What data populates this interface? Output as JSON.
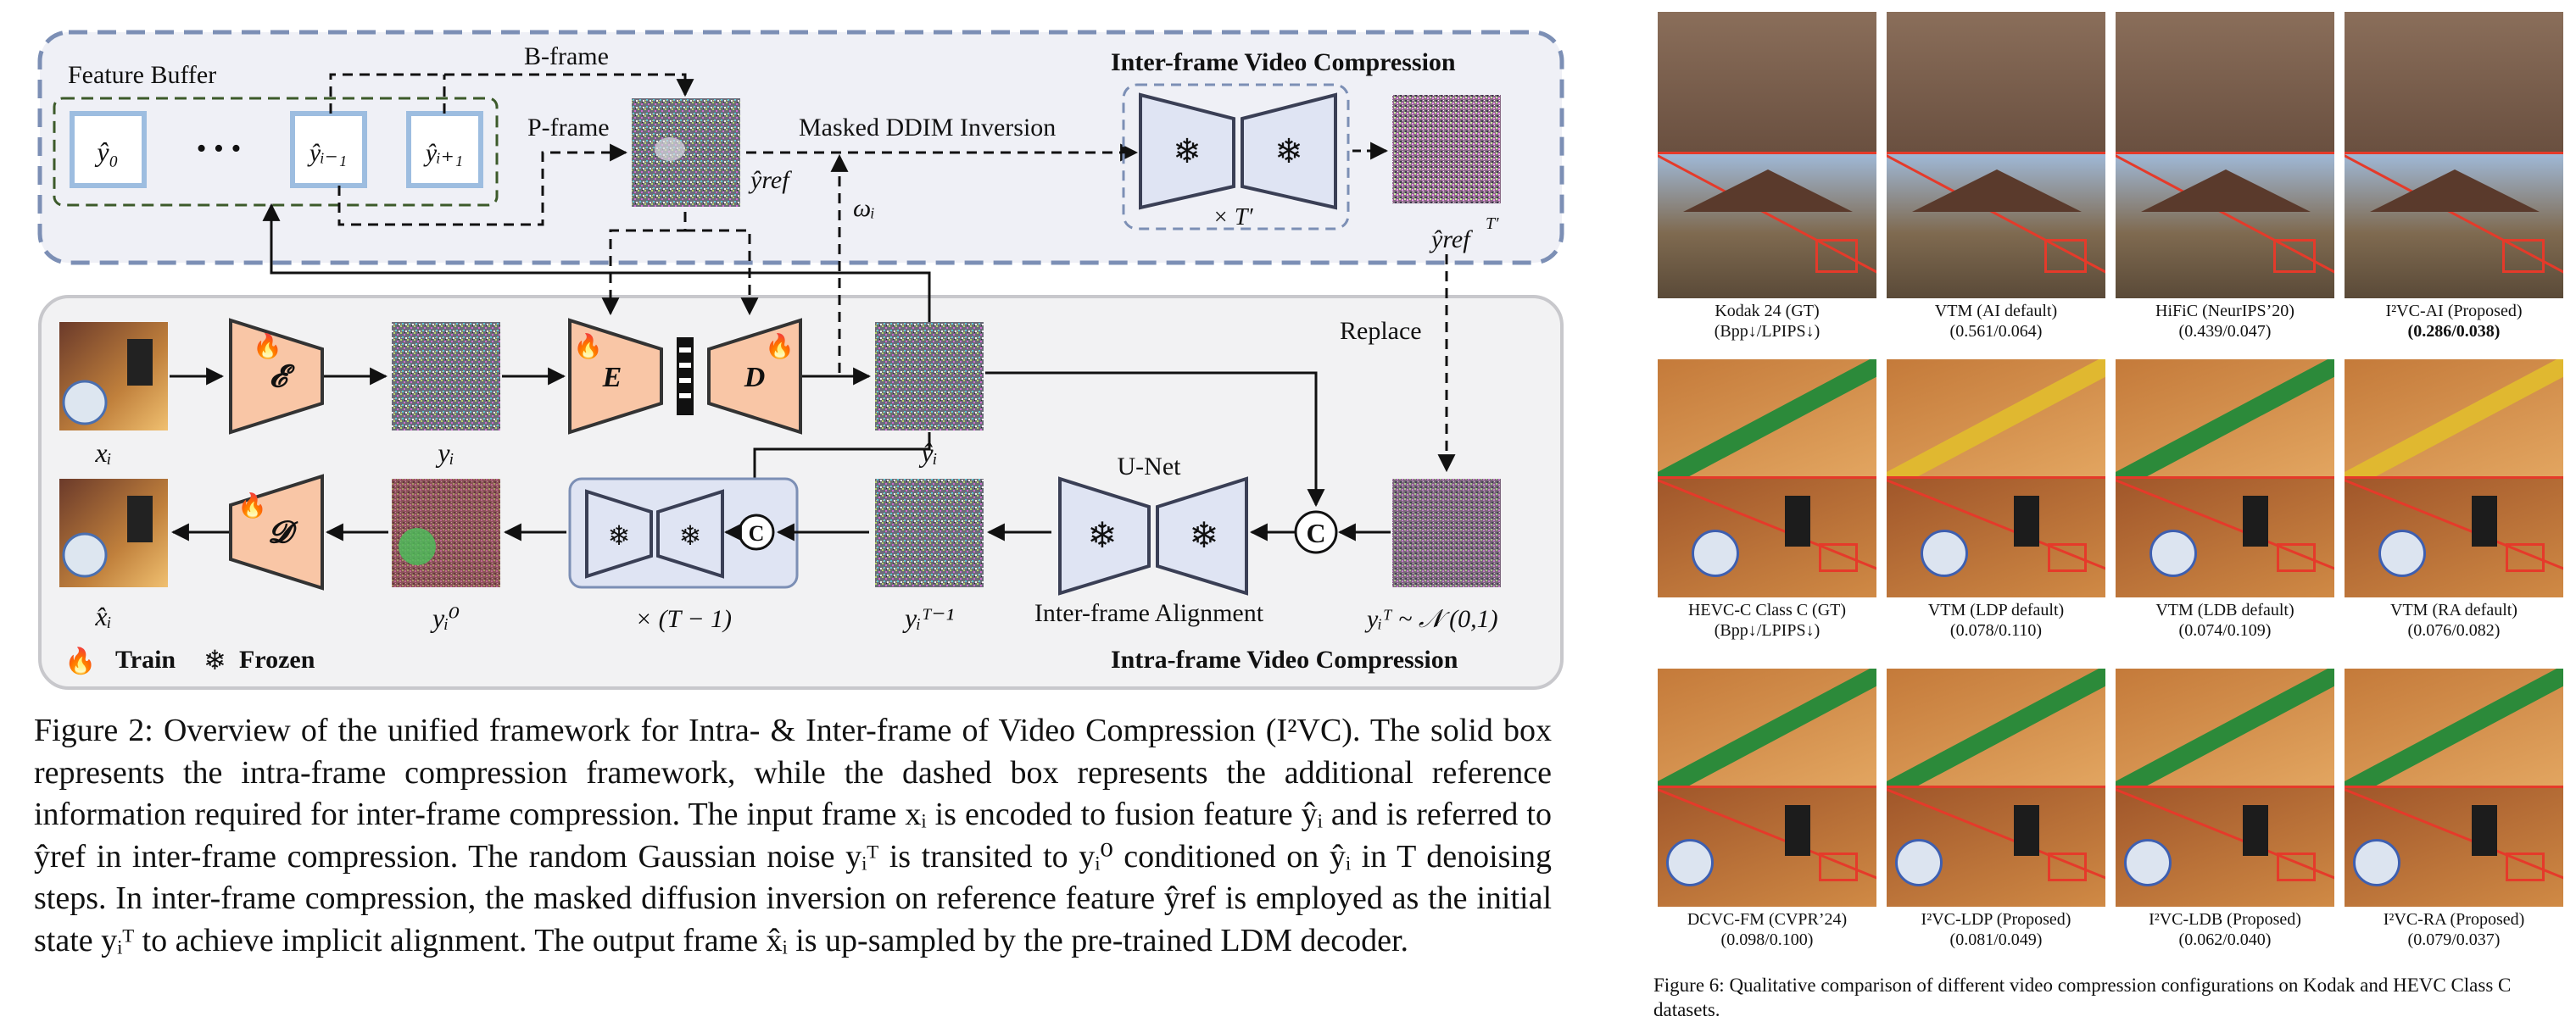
{
  "figure2": {
    "feature_buffer": "Feature Buffer",
    "b_frame": "B-frame",
    "p_frame": "P-frame",
    "masked_ddim": "Masked DDIM Inversion",
    "inter_title": "Inter-frame Video Compression",
    "intra_title": "Intra-frame Video Compression",
    "replace": "Replace",
    "unet": "U-Net",
    "inter_align": "Inter-frame Alignment",
    "times_tprime": "× T′",
    "times_t1": "× (T − 1)",
    "legend_train": "Train",
    "legend_frozen": "Frozen",
    "buf_y0": "ŷ₀",
    "buf_dots": "• • •",
    "buf_yim1": "ŷᵢ₋₁",
    "buf_yip1": "ŷᵢ₊₁",
    "y_ref": "ŷref",
    "y_ref_tprime": "ŷref",
    "omega": "ωᵢ",
    "x_i": "xᵢ",
    "y_i": "yᵢ",
    "yhat_i": "ŷᵢ",
    "xhat_i": "x̂ᵢ",
    "y_i0": "yᵢ⁰",
    "y_iT1": "yᵢᵀ⁻¹",
    "y_iT": "yᵢᵀ ~ 𝒩 (0,1)",
    "enc_script": "𝓔",
    "enc_E": "E",
    "dec_D": "D",
    "dec_script": "𝓓",
    "concat": "C"
  },
  "caption2": {
    "label": "Figure 2:",
    "text": "Overview of the unified framework for Intra- & Inter-frame of Video Compression (I²VC). The solid box represents the intra-frame compression framework, while the dashed box represents the additional reference information required for inter-frame compression. The input frame xᵢ is encoded to fusion feature ŷᵢ and is referred to ŷref in inter-frame compression. The random Gaussian noise yᵢᵀ is transited to yᵢ⁰ conditioned on ŷᵢ in T denoising steps. In inter-frame compression, the masked diffusion inversion on reference feature ŷref is employed as the initial state yᵢᵀ to achieve implicit alignment. The output frame x̂ᵢ is up-sampled by the pre-trained LDM decoder."
  },
  "figure6": {
    "rows": [
      {
        "cells": [
          {
            "l1": "Kodak 24 (GT)",
            "l2": "(Bpp↓/LPIPS↓)",
            "bold": false
          },
          {
            "l1": "VTM (AI default)",
            "l2": "(0.561/0.064)",
            "bold": false
          },
          {
            "l1": "HiFiC (NeurIPS’20)",
            "l2": "(0.439/0.047)",
            "bold": false
          },
          {
            "l1": "I²VC-AI (Proposed)",
            "l2": "(0.286/0.038)",
            "bold": true
          }
        ]
      },
      {
        "cells": [
          {
            "l1": "HEVC-C Class C  (GT)",
            "l2": "(Bpp↓/LPIPS↓)",
            "bold": false
          },
          {
            "l1": "VTM (LDP default)",
            "l2": "(0.078/0.110)",
            "bold": false
          },
          {
            "l1": "VTM (LDB default)",
            "l2": "(0.074/0.109)",
            "bold": false
          },
          {
            "l1": "VTM (RA default)",
            "l2": "(0.076/0.082)",
            "bold": false
          }
        ]
      },
      {
        "cells": [
          {
            "l1": "DCVC-FM (CVPR’24)",
            "l2": "(0.098/0.100)",
            "bold": false
          },
          {
            "l1": "I²VC-LDP (Proposed)",
            "l2": "(0.081/0.049)",
            "bold": false
          },
          {
            "l1": "I²VC-LDB (Proposed)",
            "l2": "(0.062/0.040)",
            "bold": false
          },
          {
            "l1": "I²VC-RA (Proposed)",
            "l2": "(0.079/0.037)",
            "bold": false
          }
        ]
      }
    ],
    "caption": "Figure 6: Qualitative comparison of different video compression configurations on Kodak and HEVC Class C datasets."
  },
  "colors": {
    "peach": "#f9c6a6",
    "peach_stroke": "#333333",
    "frozen_fill": "#dfe4f3",
    "frozen_stroke": "#3a3f55",
    "light_blue": "#9dbde0",
    "dashed_blue": "#7c8fb5",
    "green_dash": "#3c5a2a",
    "panel_gray": "#f2f2f3",
    "red": "#e53a2a"
  }
}
